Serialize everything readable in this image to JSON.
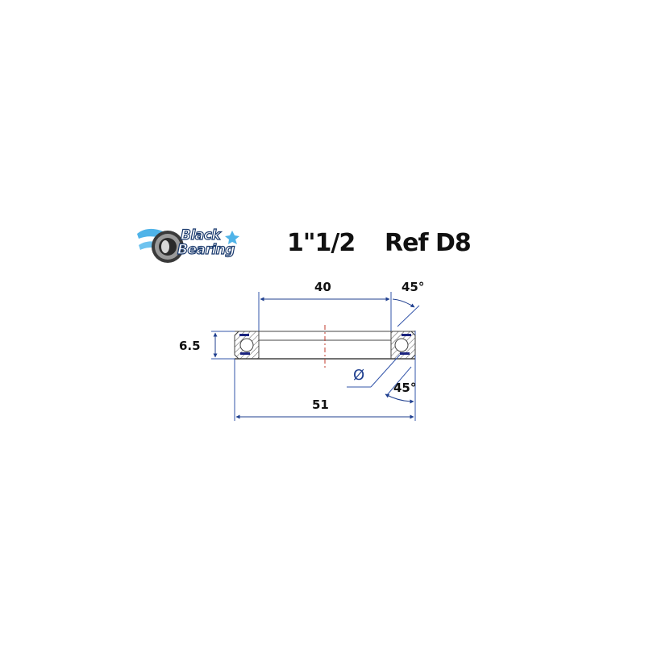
{
  "brand": {
    "logo_line1": "Black",
    "logo_line2": "Bearing",
    "icon": "bearing-wheel-icon"
  },
  "header": {
    "size": "1\"1/2",
    "reference": "Ref D8"
  },
  "diagram": {
    "inner_diameter_label": "40",
    "outer_diameter_label": "51",
    "height_label": "6.5",
    "top_angle_label": "45°",
    "bottom_angle_label": "45°",
    "diameter_symbol": "Ø",
    "colors": {
      "dimension_lines": "#1f3f8f",
      "seal": "#1a237e",
      "outline": "#333333",
      "centerline": "#c0392b"
    }
  }
}
